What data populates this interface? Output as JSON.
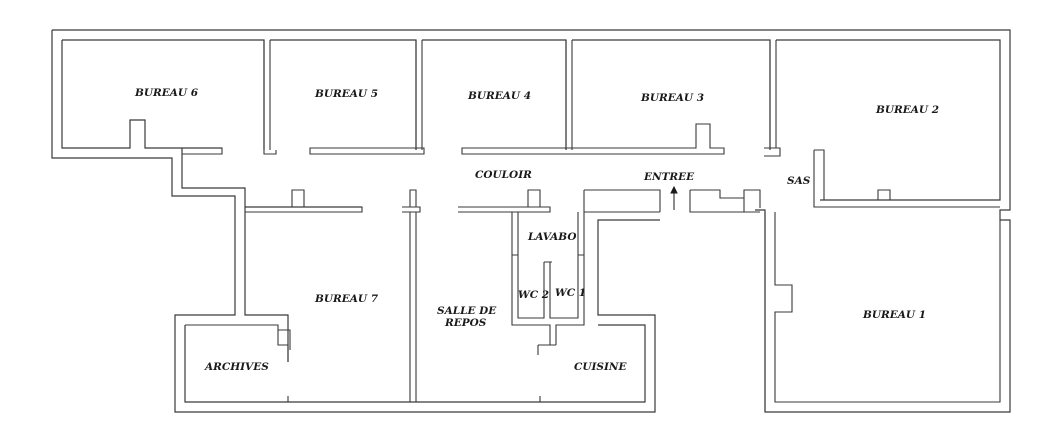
{
  "plan": {
    "rooms": [
      {
        "id": "bureau-6",
        "label": "BUREAU 6"
      },
      {
        "id": "bureau-5",
        "label": "BUREAU 5"
      },
      {
        "id": "bureau-4",
        "label": "BUREAU 4"
      },
      {
        "id": "bureau-3",
        "label": "BUREAU 3"
      },
      {
        "id": "bureau-2",
        "label": "BUREAU 2"
      },
      {
        "id": "couloir",
        "label": "COULOIR"
      },
      {
        "id": "entree",
        "label": "ENTREE"
      },
      {
        "id": "sas",
        "label": "SAS"
      },
      {
        "id": "lavabo",
        "label": "LAVABO"
      },
      {
        "id": "wc-2",
        "label": "WC 2"
      },
      {
        "id": "wc-1",
        "label": "WC 1"
      },
      {
        "id": "bureau-7",
        "label": "BUREAU 7"
      },
      {
        "id": "salle-de-repos-line1",
        "label": "SALLE DE"
      },
      {
        "id": "salle-de-repos-line2",
        "label": "REPOS"
      },
      {
        "id": "bureau-1",
        "label": "BUREAU 1"
      },
      {
        "id": "archives",
        "label": "ARCHIVES"
      },
      {
        "id": "cuisine",
        "label": "CUISINE"
      }
    ]
  }
}
